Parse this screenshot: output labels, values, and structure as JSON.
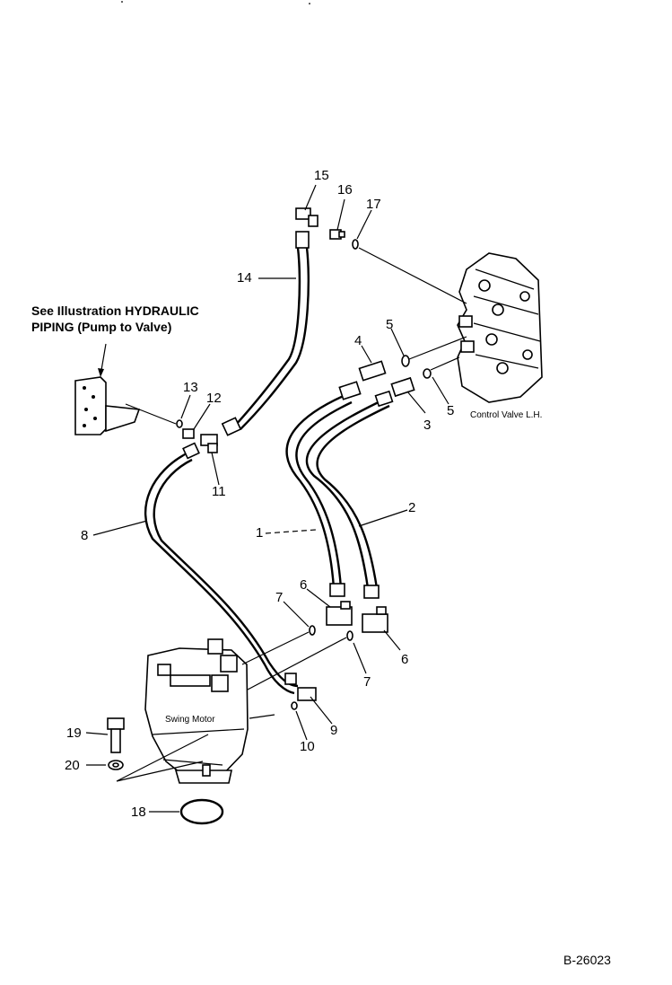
{
  "note": {
    "line1": "See Illustration HYDRAULIC",
    "line2": "PIPING (Pump to Valve)"
  },
  "labels": {
    "control_valve": "Control Valve L.H.",
    "swing_motor": "Swing Motor",
    "drawing_code": "B-26023"
  },
  "callouts": {
    "p1": "1",
    "p2": "2",
    "p3": "3",
    "p4": "4",
    "p5a": "5",
    "p5b": "5",
    "p6a": "6",
    "p6b": "6",
    "p7a": "7",
    "p7b": "7",
    "p8": "8",
    "p9": "9",
    "p10": "10",
    "p11": "11",
    "p12": "12",
    "p13": "13",
    "p14": "14",
    "p15": "15",
    "p16": "16",
    "p17": "17",
    "p18": "18",
    "p19": "19",
    "p20": "20"
  }
}
